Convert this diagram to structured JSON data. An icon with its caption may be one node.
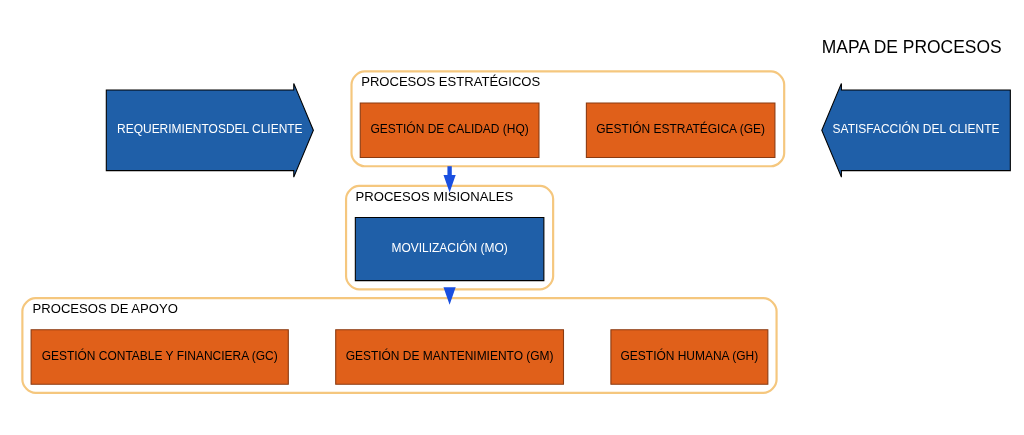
{
  "diagram": {
    "title": "MAPA DE PROCESOS",
    "nodes": [
      {
        "text": [
          "REQUERIMIENTOSDEL CLIENTE"
        ]
      },
      {
        "text": [
          "PROCESOS ESTRATÉGICOS"
        ]
      },
      {
        "text": [
          "GESTIÓN ESTRATÉGICA (GE)"
        ],
        "in": 1
      },
      {
        "text": [
          "GESTIÓN DE CALIDAD (HQ)"
        ],
        "in": 1
      },
      {
        "text": [
          "PROCESOS MISIONALES"
        ]
      },
      {
        "text": [
          "MOVILIZACIÓN (MO)"
        ],
        "in": 4
      },
      {
        "text": [
          "PROCESOS DE APOYO"
        ]
      },
      {
        "text": [
          "GESTIÓN HUMANA (GH)"
        ],
        "in": 6
      },
      {
        "text": [
          "GESTIÓN DE MANTENIMIENTO (GM)"
        ],
        "in": 6
      },
      {
        "text": [
          "GESTIÓN CONTABLE Y FINANCIERA (GC)"
        ],
        "in": 6
      },
      {
        "text": [
          "SATISFACCIÓN DEL CLIENTE"
        ]
      }
    ],
    "edges": [
      {
        "from": 1,
        "to": 4,
        "arrow": "to"
      },
      {
        "from": 4,
        "to": 6,
        "arrow": "to"
      }
    ]
  }
}
